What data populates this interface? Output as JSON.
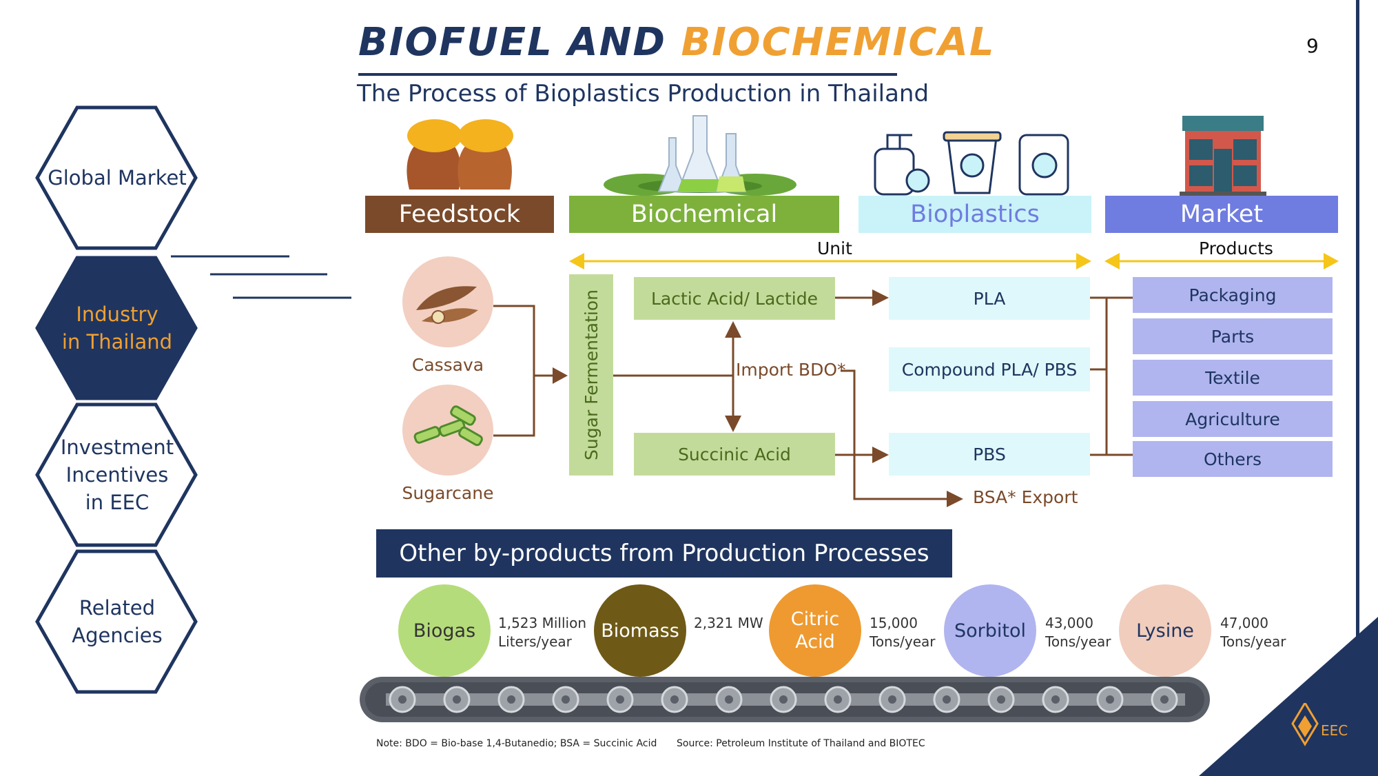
{
  "header": {
    "title_part1": "BIOFUEL AND",
    "title_part2": "BIOCHEMICAL",
    "subtitle": "The Process of Bioplastics Production in Thailand",
    "page_number": "9"
  },
  "nav": {
    "items": [
      {
        "label": "Global Market",
        "active": false
      },
      {
        "label": "Industry\nin Thailand",
        "active": true
      },
      {
        "label": "Investment\nIncentives\nin EEC",
        "active": false
      },
      {
        "label": "Related\nAgencies",
        "active": false
      }
    ]
  },
  "stages": {
    "feedstock": "Feedstock",
    "biochemical": "Biochemical",
    "bioplastics": "Bioplastics",
    "market": "Market",
    "unit_label": "Unit",
    "products_label": "Products"
  },
  "feedstock": {
    "cassava": "Cassava",
    "sugarcane": "Sugarcane"
  },
  "biochem": {
    "fermentation": "Sugar Fermentation",
    "lactic": "Lactic Acid/ Lactide",
    "succinic": "Succinic Acid",
    "import": "Import BDO*",
    "export": "BSA* Export"
  },
  "bioplastics": {
    "pla": "PLA",
    "compound": "Compound PLA/ PBS",
    "pbs": "PBS"
  },
  "market": {
    "products": [
      "Packaging",
      "Parts",
      "Textile",
      "Agriculture",
      "Others"
    ]
  },
  "byproducts": {
    "header": "Other by-products from Production Processes",
    "items": [
      {
        "name": "Biogas",
        "value": "1,523 Million\nLiters/year",
        "color": "#b5dc7a",
        "text_color": "#333333"
      },
      {
        "name": "Biomass",
        "value": "2,321 MW",
        "color": "#6e5a16",
        "text_color": "#ffffff"
      },
      {
        "name": "Citric\nAcid",
        "value": "15,000\nTons/year",
        "color": "#ee9a30",
        "text_color": "#ffffff"
      },
      {
        "name": "Sorbitol",
        "value": "43,000\nTons/year",
        "color": "#b0b5ef",
        "text_color": "#1f3560"
      },
      {
        "name": "Lysine",
        "value": "47,000\nTons/year",
        "color": "#f1cdbd",
        "text_color": "#1f3560"
      }
    ]
  },
  "footer": {
    "note": "Note: BDO = Bio-base 1,4-Butanedio; BSA = Succinic Acid",
    "source": "Source: Petroleum Institute of Thailand and BIOTEC",
    "logo_text": "EEC"
  },
  "colors": {
    "navy": "#1f3560",
    "orange": "#f0a032",
    "feedstock_brown": "#7a4a2a",
    "biochem_green": "#7db13c",
    "bioplastics_cyan": "#c9f3f8",
    "market_blue": "#6f7ce0",
    "unit_arrow": "#f5c518"
  }
}
